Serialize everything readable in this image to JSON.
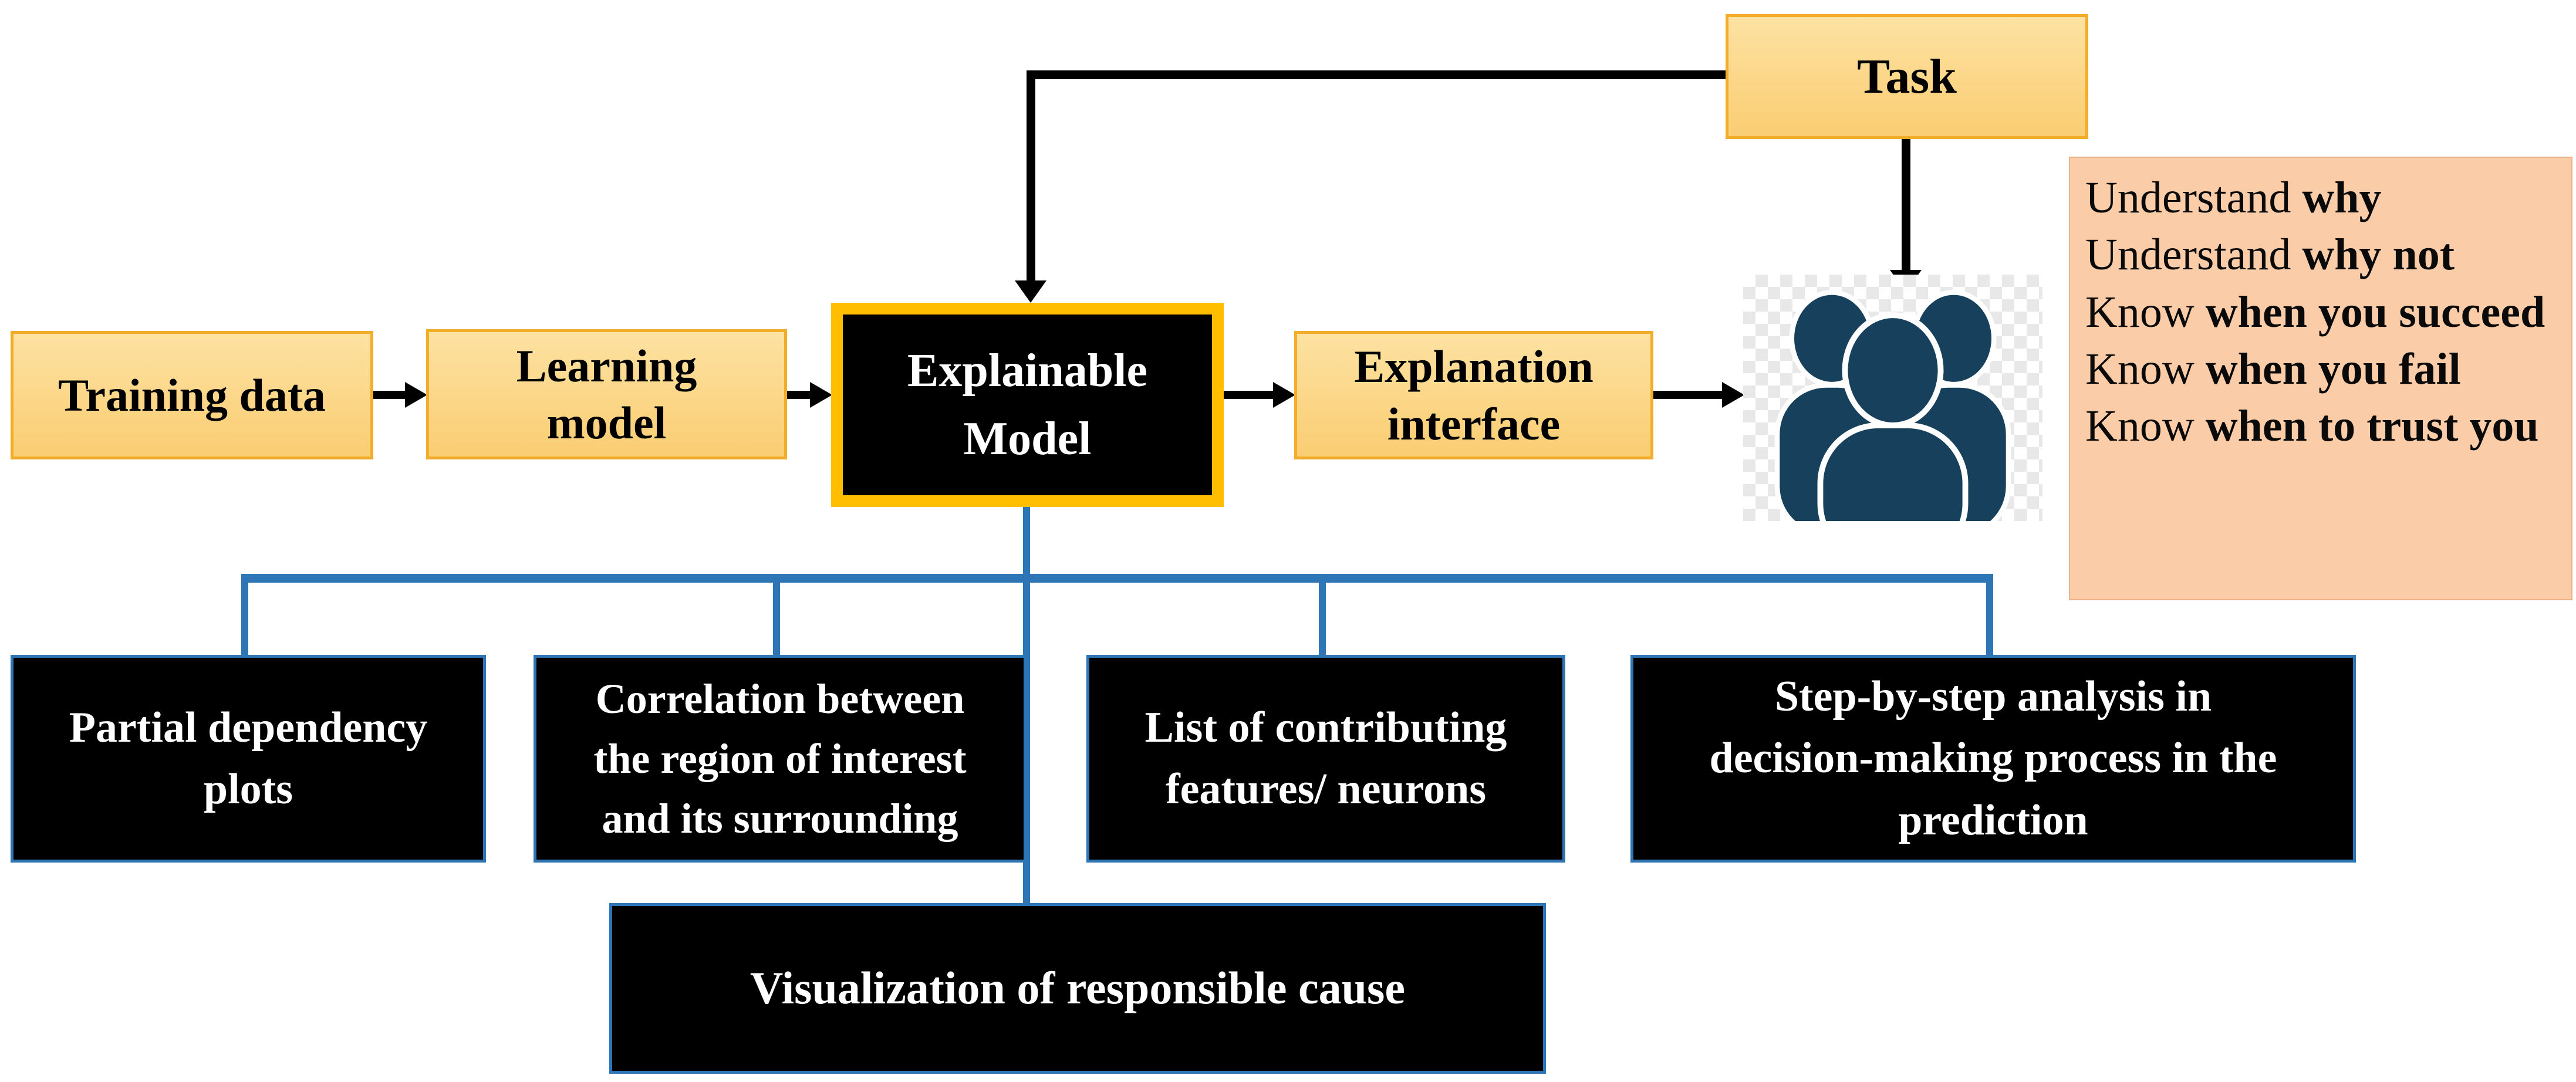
{
  "title": "Explainable model pipeline diagram",
  "colors": {
    "node_fill_gold": "#FACD72",
    "node_border_gold": "#F2AE2B",
    "explainable_border_gold": "#FFBF00",
    "method_box_black": "#000000",
    "connector_blue": "#2E75B6",
    "goals_panel_peach": "#FACDA8",
    "people_navy": "#16405C",
    "arrow_black": "#000000"
  },
  "nodes": {
    "training": {
      "label": "Training data"
    },
    "learning": {
      "label": "Learning\nmodel"
    },
    "explainable": {
      "label": "Explainable\nModel"
    },
    "interface": {
      "label": "Explanation\ninterface"
    },
    "task": {
      "label": "Task"
    }
  },
  "users": {
    "icon": "people-group-icon"
  },
  "user_goals": {
    "items": [
      {
        "normal": "Understand ",
        "bold": "why"
      },
      {
        "normal": "Understand ",
        "bold": "why not"
      },
      {
        "normal": "Know ",
        "bold": "when you succeed"
      },
      {
        "normal": "Know ",
        "bold": "when you fail"
      },
      {
        "normal": "Know ",
        "bold": "when to trust you"
      }
    ]
  },
  "methods": {
    "items": [
      {
        "label": "Partial dependency\nplots"
      },
      {
        "label": "Correlation between\nthe region of interest\nand its surrounding"
      },
      {
        "label": "List of contributing\nfeatures/ neurons"
      },
      {
        "label": "Step-by-step analysis in\ndecision-making process in the\nprediction"
      },
      {
        "label": "Visualization of responsible cause"
      }
    ]
  }
}
